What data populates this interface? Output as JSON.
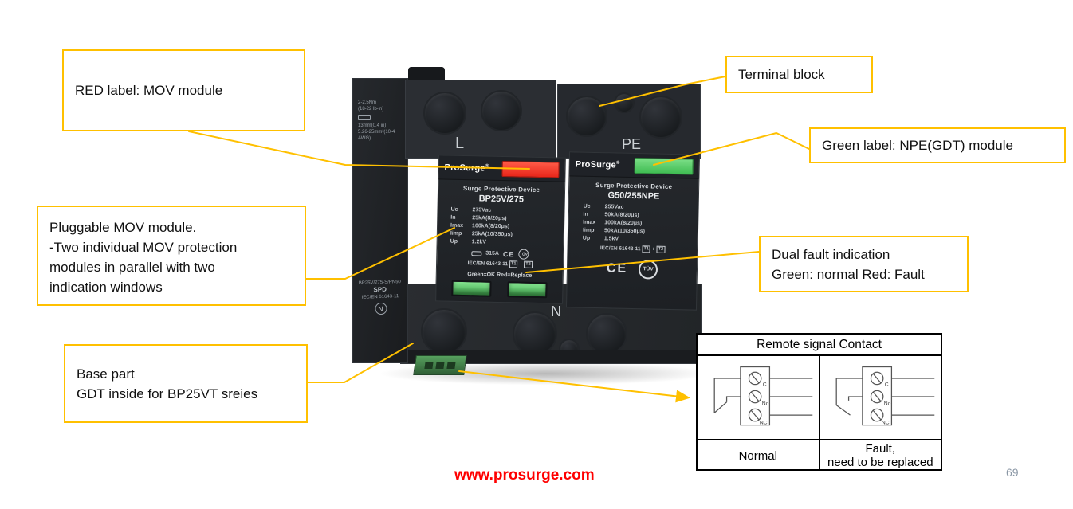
{
  "slide": {
    "website": "www.prosurge.com",
    "page_number": "69"
  },
  "colors": {
    "accent": "#FFC000",
    "red_strip": "#F03B2E",
    "green_strip": "#57C765",
    "website_red": "#FF0000"
  },
  "callouts": {
    "red_label": {
      "lines": [
        "RED label: MOV module"
      ]
    },
    "terminal_block": {
      "lines": [
        "Terminal block"
      ]
    },
    "green_label": {
      "lines": [
        "Green label:  NPE(GDT) module"
      ]
    },
    "pluggable_mov": {
      "lines": [
        "Pluggable MOV module.",
        "-Two individual MOV protection",
        "modules in parallel with two",
        "indication windows"
      ]
    },
    "dual_fault": {
      "lines": [
        "Dual fault indication",
        "Green: normal  Red: Fault"
      ]
    },
    "base_part": {
      "lines": [
        "Base part",
        "GDT inside for BP25VT sreies"
      ]
    }
  },
  "device": {
    "terminals": {
      "l": "L",
      "pe": "PE",
      "n": "N"
    },
    "side": {
      "torque_1": "2-2.5Nm",
      "torque_2": "(18-22 lb-in)",
      "strip_len": "13mm(0.4 in)",
      "wire_range": "5.26-25mm²(10-4 AWG)",
      "model": "BP25V/275-S/PN50",
      "type": "SPD",
      "cert": "IEC/EN 61643-11",
      "n_mark": "N"
    },
    "module_left": {
      "brand": "ProSurge",
      "reg": "®",
      "title": "Surge Protective Device",
      "model": "BP25V/275",
      "specs": [
        {
          "k": "Uc",
          "v": "275Vac"
        },
        {
          "k": "In",
          "v": "25kA(8/20μs)"
        },
        {
          "k": "Imax",
          "v": "100kA(8/20μs)"
        },
        {
          "k": "Iimp",
          "v": "25kA(10/350μs)"
        },
        {
          "k": "Up",
          "v": "1.2kV"
        }
      ],
      "fuse": "315A",
      "ce": "CE",
      "tuv": "TÜV",
      "cert": "IEC/EN 61643-11",
      "cert_t1": "T1",
      "cert_t2": "T2",
      "indicator_caption": "Green=OK  Red=Replace"
    },
    "module_right": {
      "brand": "ProSurge",
      "reg": "®",
      "title": "Surge Protective Device",
      "model": "G50/255NPE",
      "specs": [
        {
          "k": "Uc",
          "v": "255Vac"
        },
        {
          "k": "In",
          "v": "50kA(8/20μs)"
        },
        {
          "k": "Imax",
          "v": "100kA(8/20μs)"
        },
        {
          "k": "Iimp",
          "v": "50kA(10/350μs)"
        },
        {
          "k": "Up",
          "v": "1.5kV"
        }
      ],
      "ce": "CE",
      "tuv": "TÜV",
      "cert": "IEC/EN 61643-11",
      "cert_t1": "T1",
      "cert_t2": "T2"
    }
  },
  "table": {
    "header": "Remote signal Contact",
    "normal_label": "Normal",
    "fault_label_1": "Fault,",
    "fault_label_2": "need to be replaced",
    "terminal_labels": {
      "c": "C",
      "no": "No",
      "nc": "NC"
    }
  }
}
